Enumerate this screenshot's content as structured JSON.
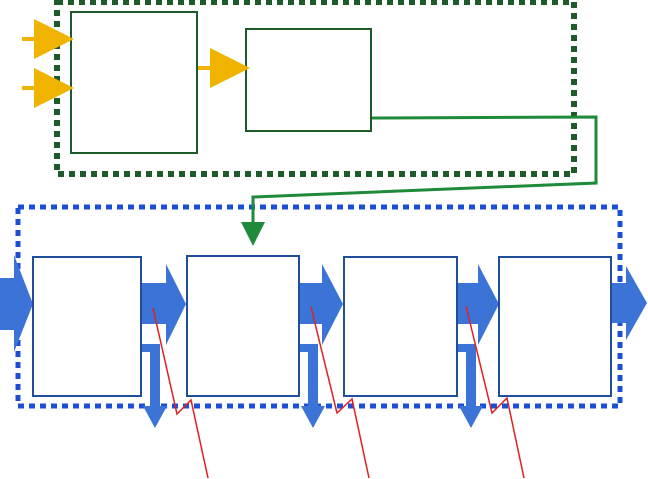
{
  "colors": {
    "background": "#ffffff",
    "upper_group_border": "#1e5b2b",
    "upper_box_border": "#1e5b2b",
    "lower_group_border": "#1b4fd6",
    "lower_box_border": "#1f4e9a",
    "input_arrow": "#f0b400",
    "link_arrow": "#1e8a3a",
    "flow_arrow": "#3b74d6",
    "annotation_line": "#e02020"
  },
  "upper_group": {
    "boxes": 2,
    "input_arrows": 2
  },
  "lower_group": {
    "stages": 4
  }
}
